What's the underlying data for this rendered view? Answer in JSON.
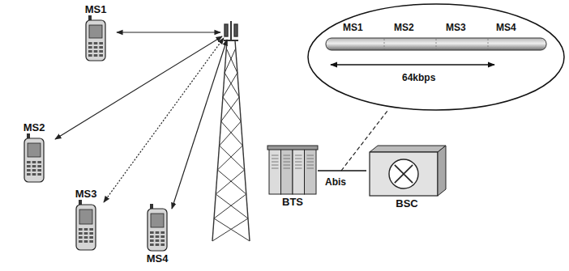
{
  "diagram": {
    "nodes": [
      {
        "text": [
          "MS1"
        ]
      },
      {
        "text": [
          "MS2"
        ]
      },
      {
        "text": [
          "MS3"
        ]
      },
      {
        "text": [
          "MS4"
        ]
      },
      {
        "text": [
          "BTS"
        ]
      },
      {
        "text": [
          "BSC"
        ]
      },
      {
        "text": [
          "MS1",
          "MS2",
          "MS3",
          "MS4",
          "64kbps"
        ]
      }
    ],
    "edges": [
      {
        "from": 4,
        "to": 5,
        "arrow": "none",
        "label": "Abis"
      }
    ]
  }
}
